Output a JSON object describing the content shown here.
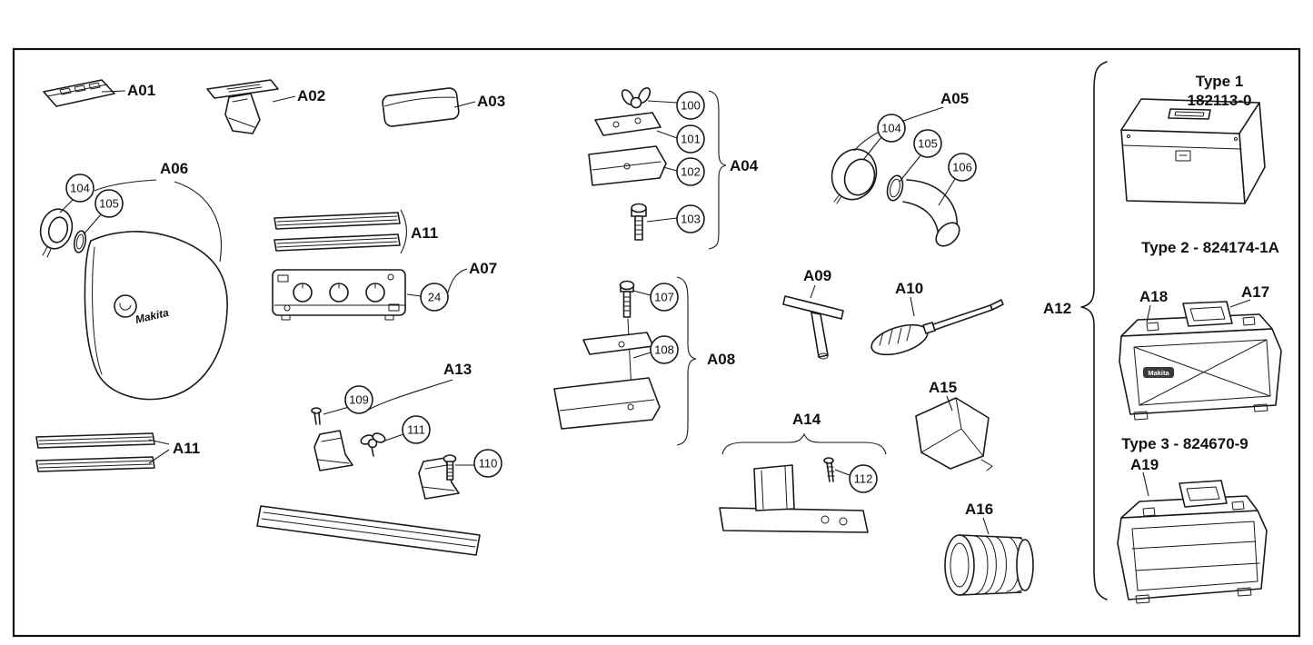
{
  "page": {
    "background": "#ffffff",
    "line_color": "#1a1a1a"
  },
  "labels": {
    "a01": "A01",
    "a02": "A02",
    "a03": "A03",
    "a04": "A04",
    "a05": "A05",
    "a06": "A06",
    "a07": "A07",
    "a08": "A08",
    "a09": "A09",
    "a10": "A10",
    "a11_top": "A11",
    "a11_bottom": "A11",
    "a12": "A12",
    "a13": "A13",
    "a14": "A14",
    "a15": "A15",
    "a16": "A16",
    "a17": "A17",
    "a18": "A18",
    "a19": "A19"
  },
  "callouts": {
    "n100": "100",
    "n101": "101",
    "n102": "102",
    "n103": "103",
    "n104_a05": "104",
    "n105_a05": "105",
    "n106": "106",
    "n104_a06": "104",
    "n105_a06": "105",
    "n24": "24",
    "n107": "107",
    "n108": "108",
    "n109": "109",
    "n110": "110",
    "n111": "111",
    "n112": "112"
  },
  "cases": {
    "type1_title": "Type 1",
    "type1_code": "182113-0",
    "type2_title": "Type 2 - 824174-1A",
    "type3_title": "Type 3 - 824670-9"
  },
  "brand_logo_text": "Makita"
}
